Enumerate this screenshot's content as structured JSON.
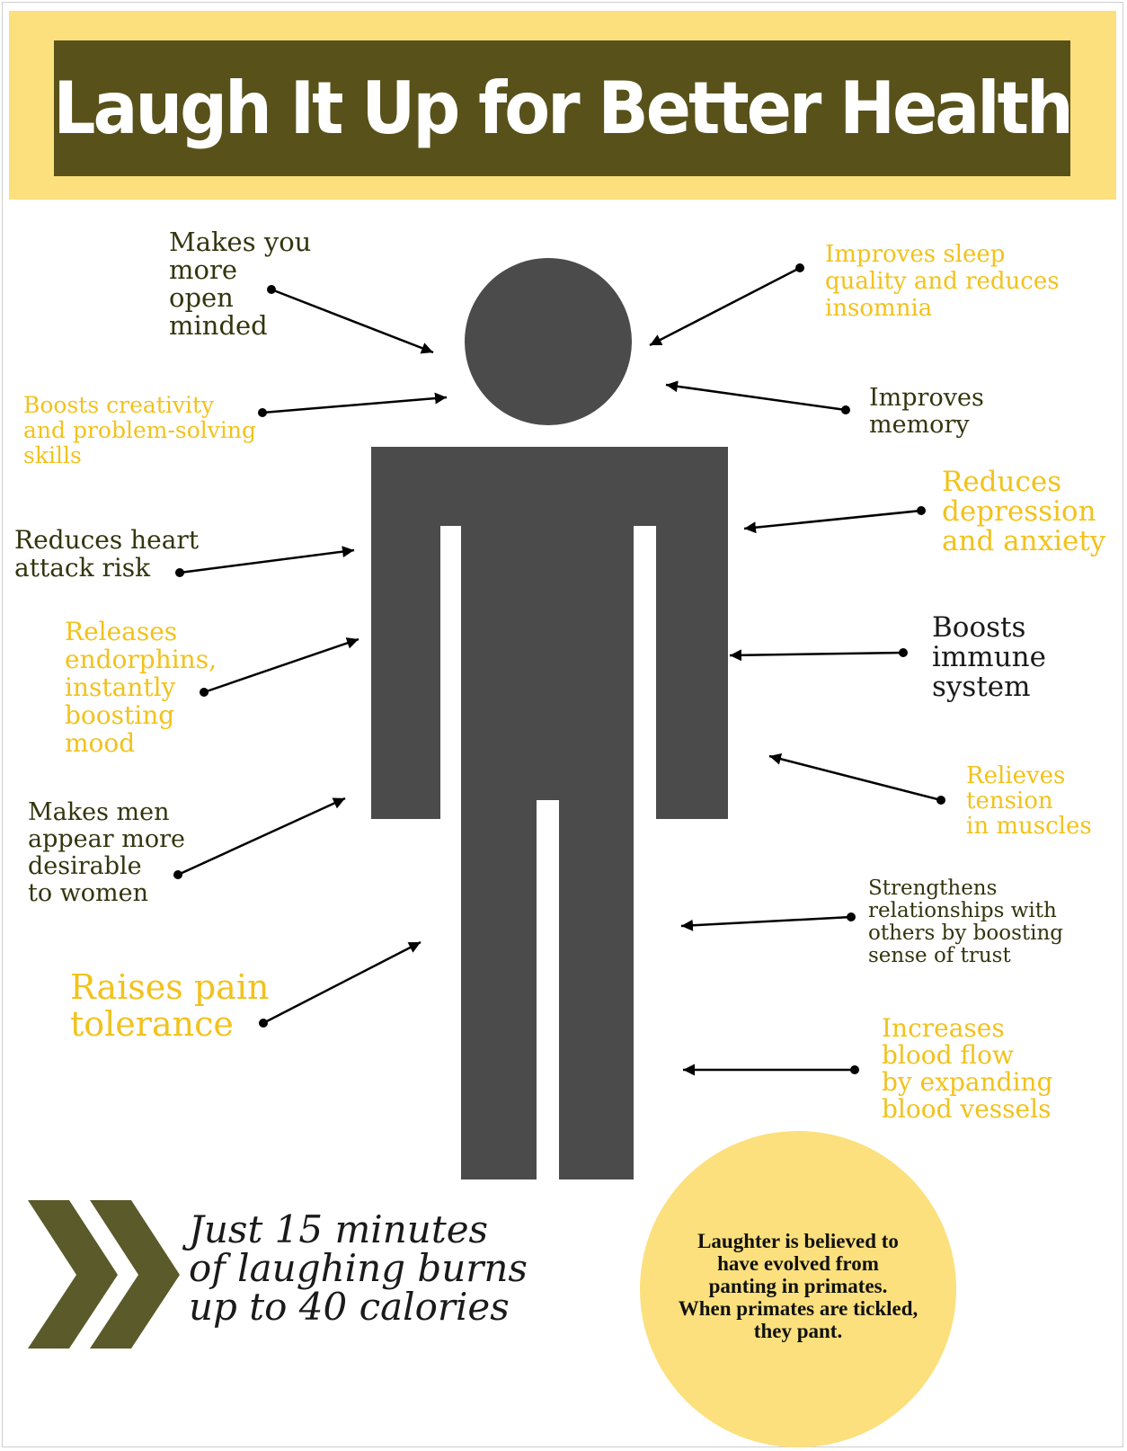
{
  "title": "Laugh It Up for Better Health",
  "colors": {
    "header_band": "#fbe07d",
    "title_box": "#58511a",
    "figure": "#4b4b4b",
    "dark_text": "#33350e",
    "gold_text": "#f2c21c",
    "chevrons": "#5a5a2a"
  },
  "benefits": {
    "open_minded": "Makes you\nmore\nopen\nminded",
    "creativity": "Boosts creativity\nand problem-solving\nskills",
    "heart": "Reduces heart\nattack risk",
    "endorphins": "Releases\nendorphins,\ninstantly\nboosting\nmood",
    "desirable": "Makes men\nappear more\ndesirable\nto women",
    "pain": "Raises pain\ntolerance",
    "sleep": "Improves sleep\nquality and reduces\ninsomnia",
    "memory": "Improves\nmemory",
    "depression": "Reduces\ndepression\nand anxiety",
    "immune": "Boosts\nimmune\nsystem",
    "tension": "Relieves\ntension\nin muscles",
    "relationships": "Strengthens\nrelationships with\nothers by boosting\nsense of trust",
    "blood_flow": "Increases\nblood flow\nby expanding\nblood vessels"
  },
  "calories_fact": "Just 15 minutes\nof laughing burns\nup to 40 calories",
  "evolution_fact": "Laughter is believed to\nhave evolved from\npanting in primates.\nWhen primates are tickled,\nthey pant.",
  "icons": {
    "figure": "person-figure-icon",
    "chevrons": "double-chevron-right-icon"
  }
}
